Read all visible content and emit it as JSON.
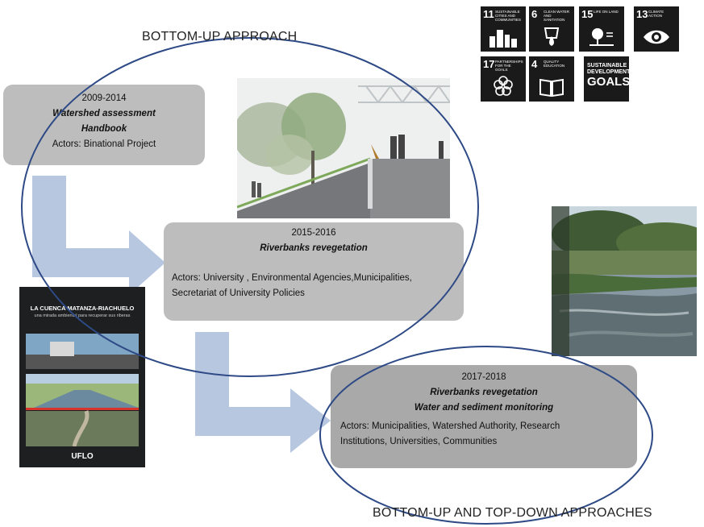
{
  "headings": {
    "top": "BOTTOM-UP APPROACH",
    "bottom": "BOTTOM-UP AND TOP-DOWN APPROACHES"
  },
  "stage1": {
    "years": "2009-2014",
    "title_line1": "Watershed assessment",
    "title_line2": "Handbook",
    "actors": "Actors: Binational Project"
  },
  "stage2": {
    "years": "2015-2016",
    "title": "Riverbanks revegetation",
    "actors_line1": "Actors: University , Environmental Agencies,Municipalities,",
    "actors_line2": "Secretariat of University Policies"
  },
  "stage3": {
    "years": "2017-2018",
    "title_line1": "Riverbanks revegetation",
    "title_line2": "Water and sediment monitoring",
    "actors_line1": "Actors: Municipalities, Watershed Authority, Research",
    "actors_line2": "Institutions, Universities, Communities"
  },
  "book": {
    "title": "LA CUENCA MATANZA-RIACHUELO",
    "subtitle": "una mirada ambiental para recuperar sus riberas",
    "publisher": "UFLO"
  },
  "sdg_icons": [
    {
      "number": "11",
      "label": "Sustainable cities and communities",
      "icon": "city-icon"
    },
    {
      "number": "6",
      "label": "Clean water and sanitation",
      "icon": "water-drop-icon"
    },
    {
      "number": "15",
      "label": "Life on land",
      "icon": "tree-icon"
    },
    {
      "number": "13",
      "label": "Climate action",
      "icon": "eye-globe-icon"
    },
    {
      "number": "17",
      "label": "Partnerships for the goals",
      "icon": "flower-icon"
    },
    {
      "number": "4",
      "label": "Quality education",
      "icon": "book-icon"
    }
  ],
  "sdg_logo": {
    "line1": "SUSTAINABLE",
    "line2": "DEVELOPMENT",
    "line3": "GOALS"
  },
  "colors": {
    "arrow": "#b8c7e0",
    "ellipse": "#2e4a86",
    "box_light": "#bdbdbd",
    "box_dark": "#a9a9a9",
    "sdg_tile": "#1a1a1a"
  }
}
